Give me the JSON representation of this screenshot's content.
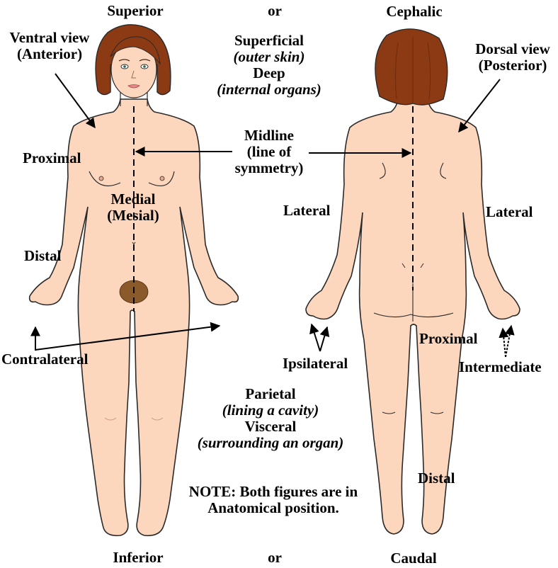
{
  "labels": {
    "superior": "Superior",
    "or_top": "or",
    "cephalic": "Cephalic",
    "ventral_l1": "Ventral view",
    "ventral_l2": "(Anterior)",
    "superficial": "Superficial",
    "outer_skin": "(outer skin)",
    "deep": "Deep",
    "internal_organs": "(internal organs)",
    "dorsal_l1": "Dorsal view",
    "dorsal_l2": "(Posterior)",
    "proximal_left": "Proximal",
    "midline_l1": "Midline",
    "midline_l2": "(line of",
    "midline_l3": "symmetry)",
    "medial_l1": "Medial",
    "medial_l2": "(Mesial)",
    "lateral_left": "Lateral",
    "lateral_right": "Lateral",
    "distal_left": "Distal",
    "contralateral": "Contralateral",
    "ipsilateral": "Ipsilateral",
    "proximal_right": "Proximal",
    "intermediate": "Intermediate",
    "parietal": "Parietal",
    "lining_cavity": "(lining a cavity)",
    "visceral": "Visceral",
    "surrounding_organ": "(surrounding an organ)",
    "note_l1": "NOTE: Both figures are in",
    "note_l2": "Anatomical position.",
    "distal_right": "Distal",
    "inferior": "Inferior",
    "or_bottom": "or",
    "caudal": "Caudal"
  },
  "colors": {
    "skin": "#fdd7bd",
    "outline": "#2a2a2a",
    "hair": "#8b3a14",
    "hair_dark": "#6e2a0c",
    "pubic": "#8a5a2a",
    "text": "#000000"
  }
}
